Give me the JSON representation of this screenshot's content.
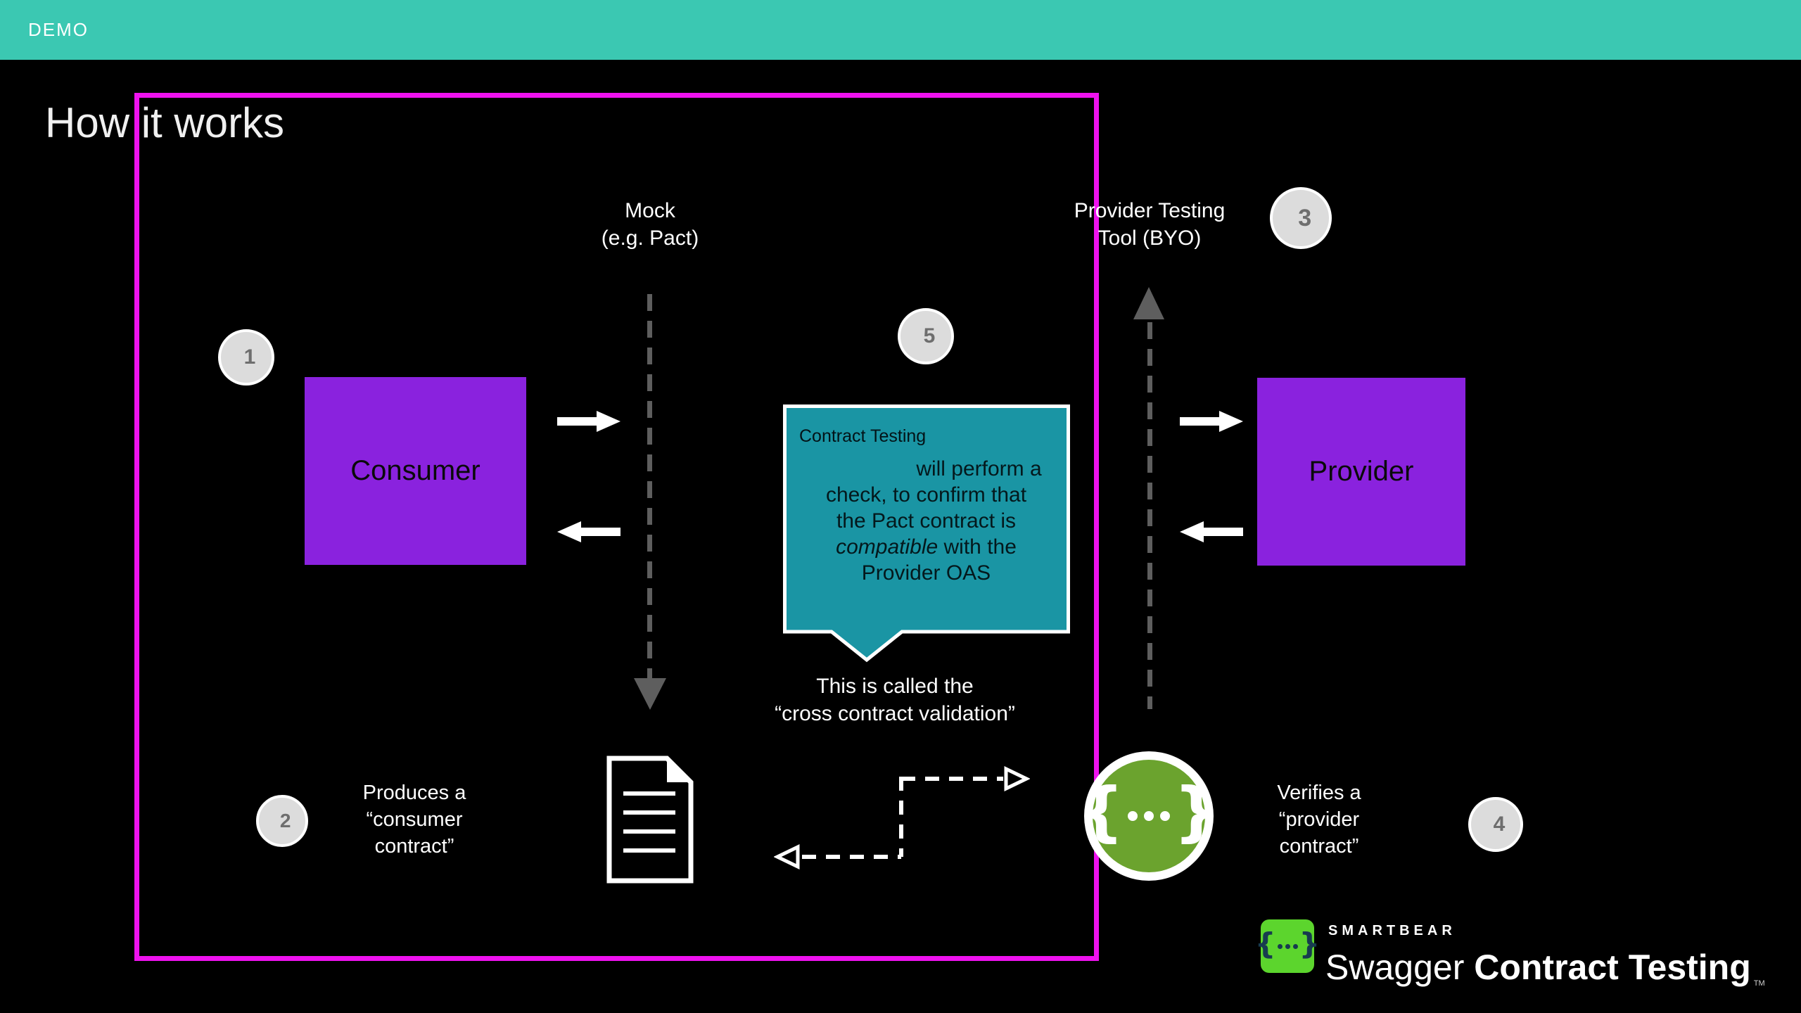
{
  "header": {
    "demo": "DEMO"
  },
  "title": "How it works",
  "labels": {
    "mock_line1": "Mock",
    "mock_line2": "(e.g. Pact)",
    "tool_line1": "Provider Testing",
    "tool_line2": "Tool (BYO)"
  },
  "boxes": {
    "consumer": "Consumer",
    "provider": "Provider"
  },
  "steps": [
    "1",
    "2",
    "3",
    "4",
    "5"
  ],
  "callout": {
    "label": "Contract Testing",
    "line1": "will perform a",
    "line2": "check, to confirm that",
    "line3": "the Pact contract is",
    "line4_italic": "compatible",
    "line4_rest": " with the",
    "line5": "Provider OAS"
  },
  "captions": {
    "validation_line1": "This is called the",
    "validation_line2": "“cross contract validation”",
    "produces_line1": "Produces a",
    "produces_line2": "“consumer",
    "produces_line3": "contract”",
    "verifies_line1": "Verifies a",
    "verifies_line2": "“provider",
    "verifies_line3": "contract”"
  },
  "logo": {
    "smartbear": "SMARTBEAR",
    "swagger": "Swagger ",
    "product": "Contract Testing",
    "tm": "TM"
  },
  "colors": {
    "teal": "#3BC8B2",
    "magenta": "#EE12EE",
    "purple": "#8A22DE",
    "callout": "#1A95A4",
    "badge_green": "#6BA32E",
    "logo_green": "#5CD52D",
    "navy": "#173B4F",
    "circle_fill": "#DCDCDC",
    "circle_num": "#6E6E6E",
    "gray_dash": "#5E5E5E"
  }
}
